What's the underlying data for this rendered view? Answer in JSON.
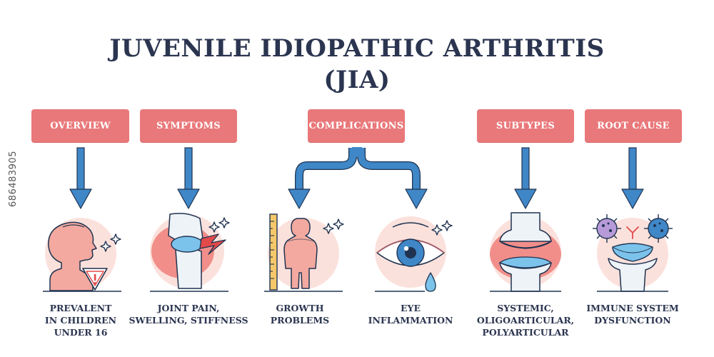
{
  "title": {
    "line1": "JUVENILE IDIOPATHIC ARTHRITIS",
    "line2": "(JIA)"
  },
  "side_id": "686483905",
  "categories": [
    {
      "id": "overview",
      "label": "OVERVIEW"
    },
    {
      "id": "symptoms",
      "label": "SYMPTOMS"
    },
    {
      "id": "complications",
      "label": "COMPLICATIONS"
    },
    {
      "id": "subtypes",
      "label": "SUBTYPES"
    },
    {
      "id": "root-cause",
      "label": "ROOT CAUSE"
    }
  ],
  "items": [
    {
      "id": "children",
      "icon": "child-profile-warning-icon",
      "text": "PREVALENT\nIN CHILDREN\nUNDER 16"
    },
    {
      "id": "joint-pain",
      "icon": "inflamed-knee-joint-icon",
      "text": "JOINT PAIN,\nSWELLING, STIFFNESS"
    },
    {
      "id": "growth",
      "icon": "child-height-ruler-icon",
      "text": "GROWTH\nPROBLEMS"
    },
    {
      "id": "eye",
      "icon": "teary-eye-icon",
      "text": "EYE\nINFLAMMATION"
    },
    {
      "id": "subtypes",
      "icon": "joint-cartilage-icon",
      "text": "SYSTEMIC,\nOLIGOARTICULAR,\nPOLYARTICULAR"
    },
    {
      "id": "immune",
      "icon": "immune-cells-joint-icon",
      "text": "IMMUNE SYSTEM\nDYSFUNCTION"
    }
  ],
  "colors": {
    "title": "#2b3550",
    "pill": "#e9787a",
    "arrow": "#3f87c7",
    "arrow_outline": "#1f3350",
    "halo": "#fbe1dc",
    "skin": "#f3a99f",
    "cartilage": "#7cc3ec"
  }
}
